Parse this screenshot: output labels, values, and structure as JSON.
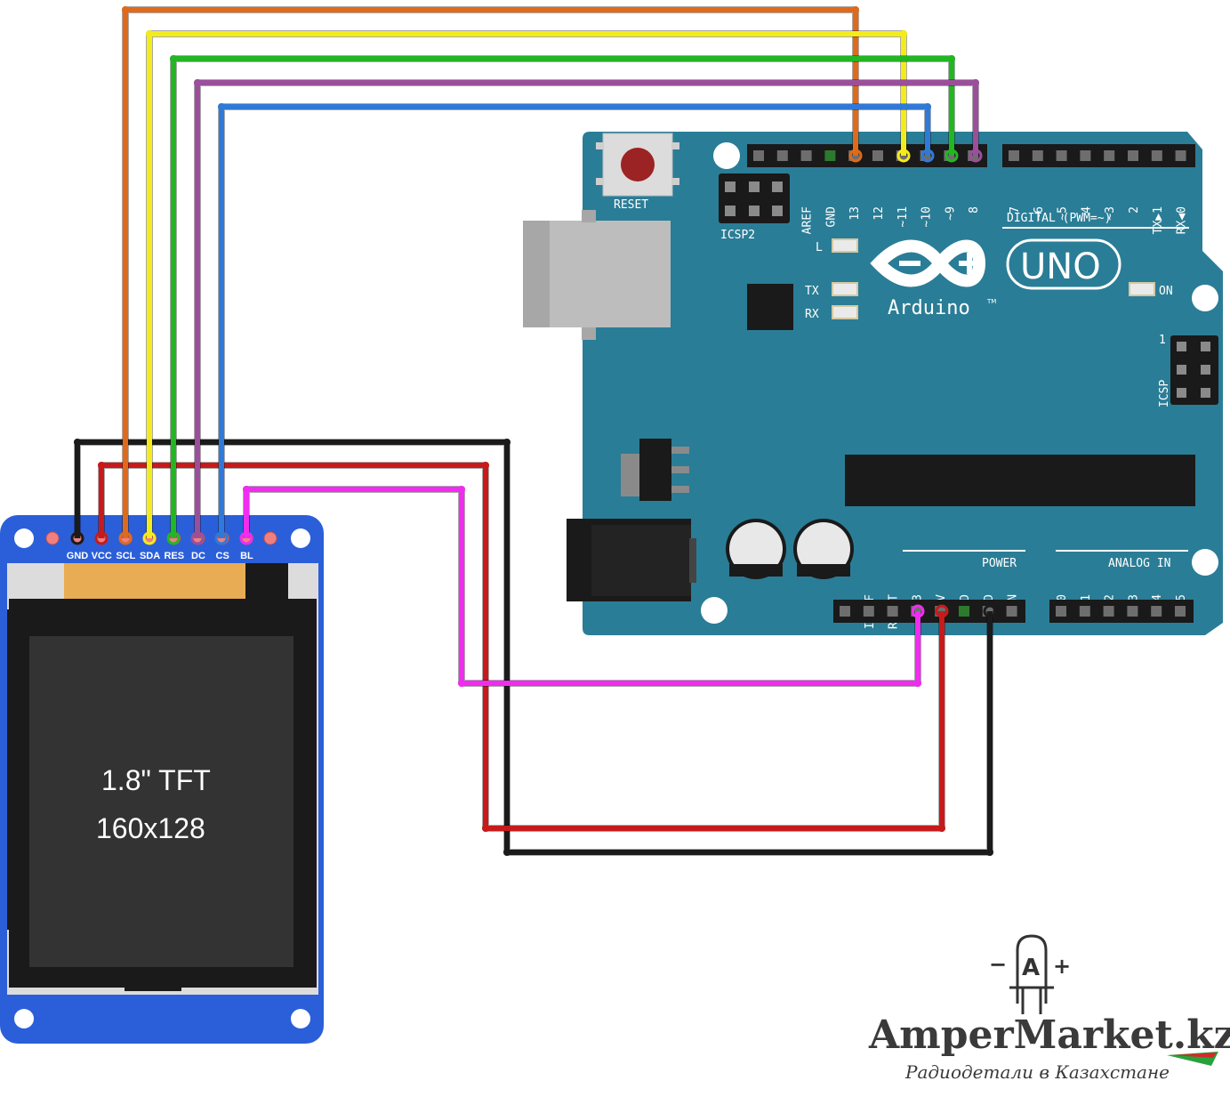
{
  "tft": {
    "title": "1.8\" TFT",
    "resolution": "160x128",
    "pins": [
      "GND",
      "VCC",
      "SCL",
      "SDA",
      "RES",
      "DC",
      "CS",
      "BL"
    ]
  },
  "arduino": {
    "reset_label": "RESET",
    "icsp2_label": "ICSP2",
    "icsp_label": "ICSP",
    "icsp_pin1": "1",
    "digital_label": "DIGITAL (PWM=~)",
    "top_pins_left": [
      "AREF",
      "GND",
      "13",
      "12",
      "~11",
      "~10",
      "~9",
      "8"
    ],
    "top_pins_right": [
      "7",
      "~6",
      "~5",
      "4",
      "~3",
      "2",
      "TX▶1",
      "RX◀0"
    ],
    "led_l": "L",
    "led_tx": "TX",
    "led_rx": "RX",
    "led_on": "ON",
    "brand": "Arduino",
    "tm": "TM",
    "model": "UNO",
    "power_label": "POWER",
    "analog_label": "ANALOG IN",
    "power_pins": [
      "IOREF",
      "RESET",
      "3V3",
      "5V",
      "GND",
      "GND",
      "VIN"
    ],
    "analog_pins": [
      "A0",
      "A1",
      "A2",
      "A3",
      "A4",
      "A5"
    ]
  },
  "watermark": {
    "name": "AmperMarket.kz",
    "tagline": "Радиодетали в Казахстане",
    "logo_letter": "A",
    "logo_minus": "−",
    "logo_plus": "+"
  },
  "colors": {
    "board": "#2a7d96",
    "tft_board": "#2b5fd9",
    "wire_orange": "#e06a1b",
    "wire_yellow": "#f4ec1a",
    "wire_green": "#22b722",
    "wire_purple": "#9b4f9b",
    "wire_blue": "#2f7ad8",
    "wire_black": "#1b1b1b",
    "wire_red": "#c81a1a",
    "wire_magenta": "#ef2cf0"
  }
}
